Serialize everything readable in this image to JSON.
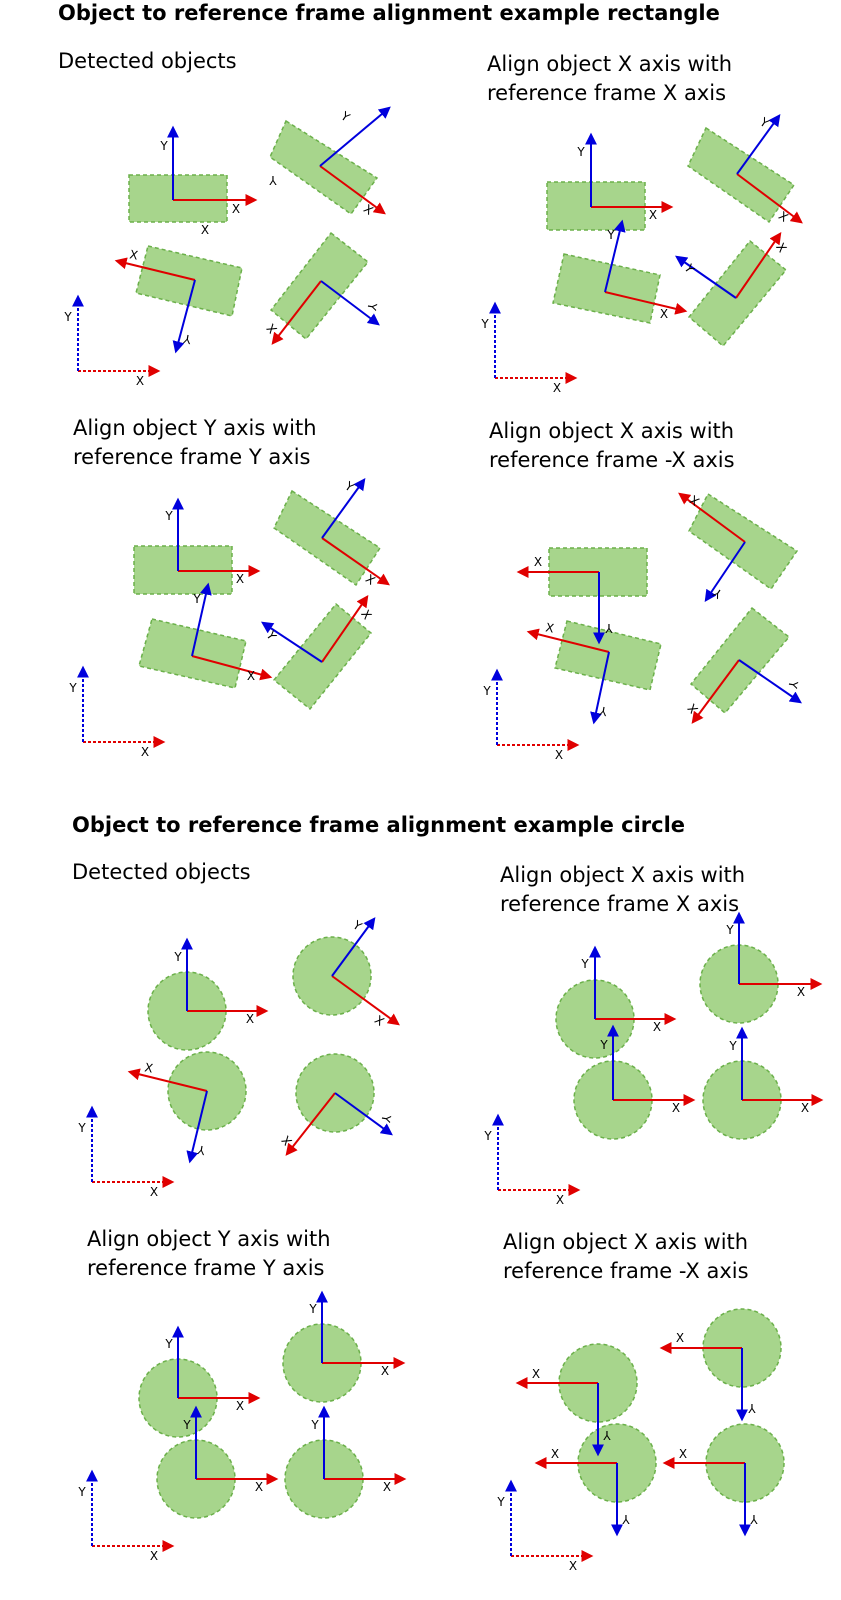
{
  "sections": [
    {
      "title": "Object to reference frame alignment example rectangle",
      "shape": "rectangle",
      "panels": [
        {
          "caption": [
            "Detected objects"
          ]
        },
        {
          "caption": [
            "Align object X axis with",
            "reference frame X axis"
          ]
        },
        {
          "caption": [
            "Align object Y axis with",
            "reference frame Y axis"
          ]
        },
        {
          "caption": [
            "Align object X axis with",
            "reference frame -X axis"
          ]
        }
      ]
    },
    {
      "title": "Object to reference frame alignment example circle",
      "shape": "circle",
      "panels": [
        {
          "caption": [
            "Detected objects"
          ]
        },
        {
          "caption": [
            "Align object X axis with",
            "reference frame X axis"
          ]
        },
        {
          "caption": [
            "Align object Y axis with",
            "reference frame Y axis"
          ]
        },
        {
          "caption": [
            "Align object X axis with",
            "reference frame -X axis"
          ]
        }
      ]
    }
  ],
  "axis_labels": {
    "x": "X",
    "y": "Y"
  },
  "colors": {
    "shape_fill": "#a7d58c",
    "shape_stroke": "#6bb04a",
    "x_axis": "#e00000",
    "y_axis": "#0000dd",
    "text": "#000000"
  }
}
